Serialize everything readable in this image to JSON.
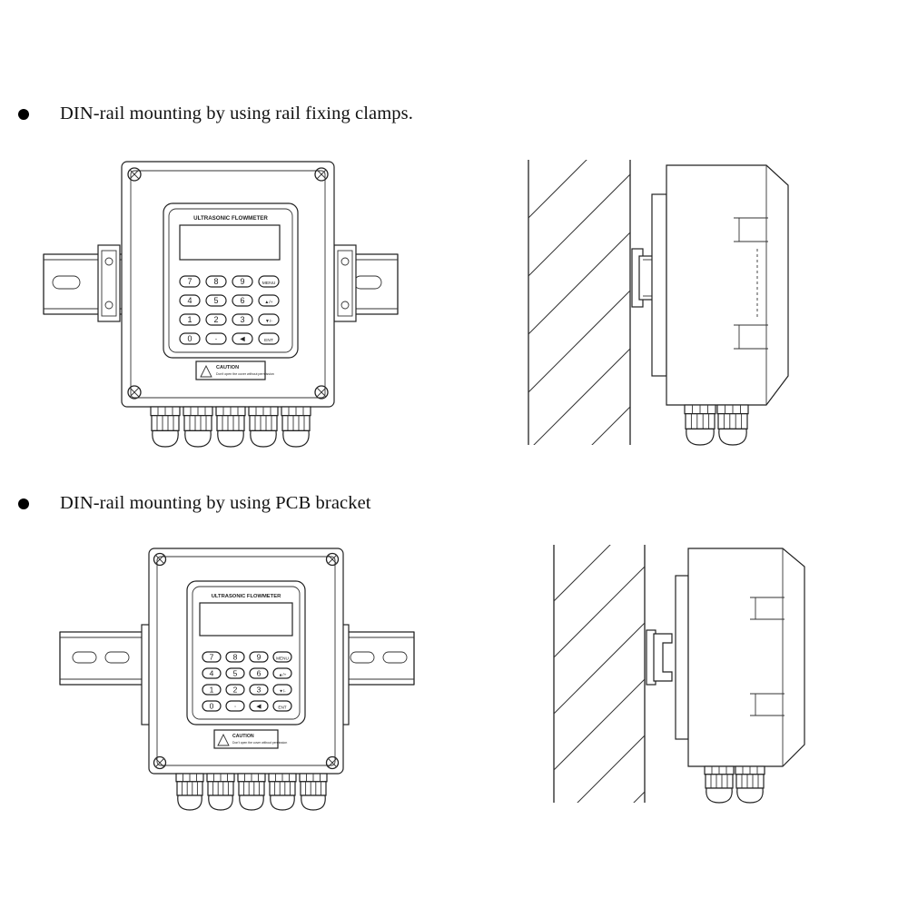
{
  "sections": [
    {
      "bullet": "DIN-rail mounting by using rail fixing clamps.",
      "panel_title": "ULTRASONIC FLOWMETER",
      "caution_title": "CAUTION",
      "caution_text": "Don't open the cover without permission"
    },
    {
      "bullet": "DIN-rail mounting by using PCB bracket",
      "panel_title": "ULTRASONIC FLOWMETER",
      "caution_title": "CAUTION",
      "caution_text": "Don't open the cover without permission"
    }
  ],
  "keypad": {
    "rows": [
      [
        "7",
        "8",
        "9",
        "MENU"
      ],
      [
        "4",
        "5",
        "6",
        "▲/+"
      ],
      [
        "1",
        "2",
        "3",
        "▼/-"
      ],
      [
        "0",
        "·",
        "◄",
        "ENT"
      ]
    ]
  }
}
